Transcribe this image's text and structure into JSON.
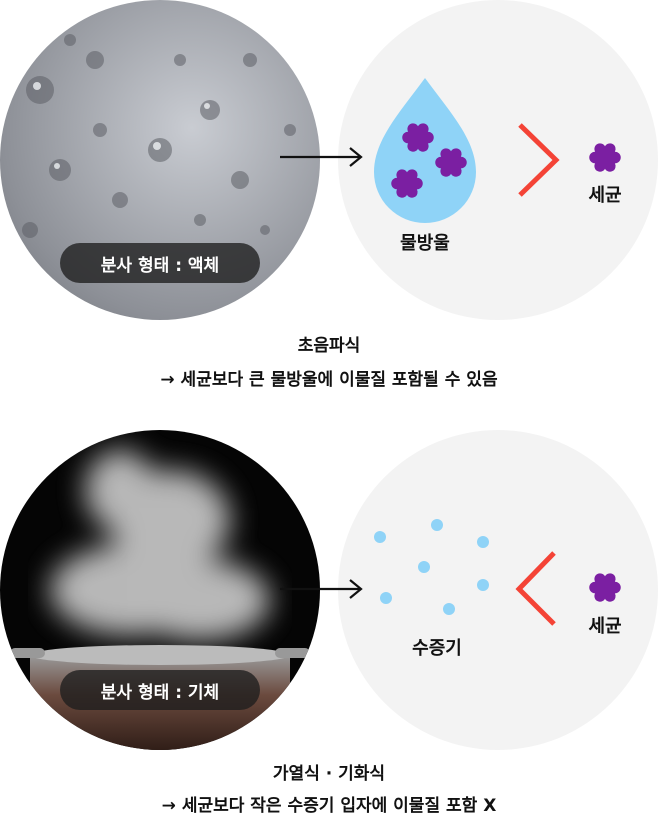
{
  "top": {
    "photo_label": "분사 형태 : 액체",
    "droplet_label": "물방울",
    "bacteria_label": "세균",
    "caption_title": "초음파식",
    "caption_text": "→ 세균보다 큰 물방울에 이물질 포함될 수 있음"
  },
  "bottom": {
    "photo_label": "분사 형태 : 기체",
    "vapor_label": "수증기",
    "bacteria_label": "세균",
    "caption_title": "가열식 · 기화식",
    "caption_text": "→ 세균보다 작은 수증기 입자에 이물질 포함 X"
  },
  "colors": {
    "bacteria": "#7b1fa2",
    "water": "#8fd3f7",
    "comparison": "#f44336",
    "panel": "#f3f3f3"
  }
}
